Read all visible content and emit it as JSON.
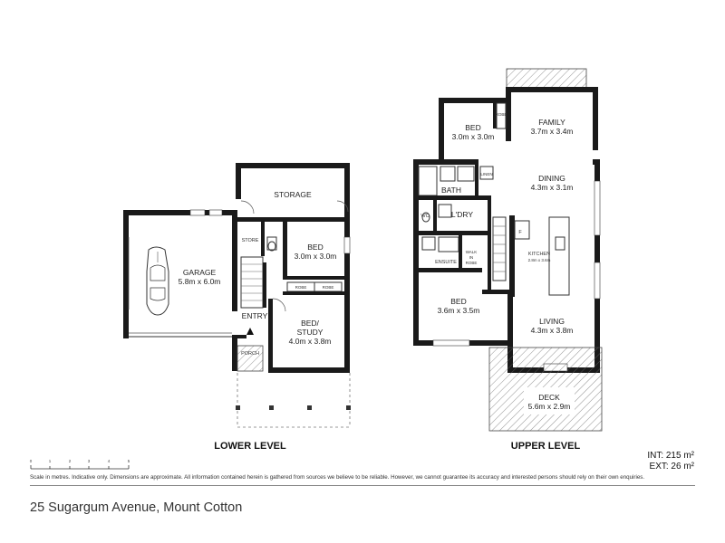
{
  "lower_level": {
    "title": "LOWER LEVEL",
    "rooms": {
      "garage": {
        "name": "GARAGE",
        "dim": "5.8m x 6.0m"
      },
      "storage": {
        "name": "STORAGE"
      },
      "bed": {
        "name": "BED",
        "dim": "3.0m x 3.0m"
      },
      "bed_study": {
        "name_line1": "BED/",
        "name_line2": "STUDY",
        "dim": "4.0m x 3.8m"
      },
      "entry": {
        "name": "ENTRY"
      },
      "store": {
        "name": "STORE"
      },
      "robe1": {
        "name": "ROBE"
      },
      "robe2": {
        "name": "ROBE"
      },
      "porch": {
        "name": "PORCH"
      }
    }
  },
  "upper_level": {
    "title": "UPPER LEVEL",
    "rooms": {
      "bed1": {
        "name": "BED",
        "dim": "3.0m x 3.0m"
      },
      "family": {
        "name": "FAMILY",
        "dim": "3.7m x 3.4m"
      },
      "dining": {
        "name": "DINING",
        "dim": "4.3m x 3.1m"
      },
      "bath": {
        "name": "BATH"
      },
      "linen": {
        "name": "LINEN"
      },
      "robe": {
        "name": "ROBE"
      },
      "ldry": {
        "name": "L'DRY"
      },
      "wc": {
        "name": "WC"
      },
      "ensuite": {
        "name": "ENSUITE"
      },
      "walk_in_robe": {
        "line1": "WALK",
        "line2": "IN",
        "line3": "ROBE"
      },
      "kitchen": {
        "name": "KITCHEN",
        "dim": "2.8m x 3.6m"
      },
      "fridge": {
        "name": "F"
      },
      "bed2": {
        "name": "BED",
        "dim": "3.6m x 3.5m"
      },
      "living": {
        "name": "LIVING",
        "dim": "4.3m x 3.8m"
      },
      "deck": {
        "name": "DECK",
        "dim": "5.6m x 2.9m"
      }
    }
  },
  "areas": {
    "internal": "INT: 215 m²",
    "external": "EXT: 26 m²"
  },
  "scale": {
    "labels": [
      "0",
      "1",
      "2",
      "3",
      "4",
      "5"
    ]
  },
  "disclaimer": "Scale in metres. Indicative only. Dimensions are approximate. All information contained herein is gathered from sources we believe to be reliable. However, we cannot guarantee its accuracy and interested persons should rely on their own enquiries.",
  "address": "25 Sugargum Avenue, Mount Cotton"
}
